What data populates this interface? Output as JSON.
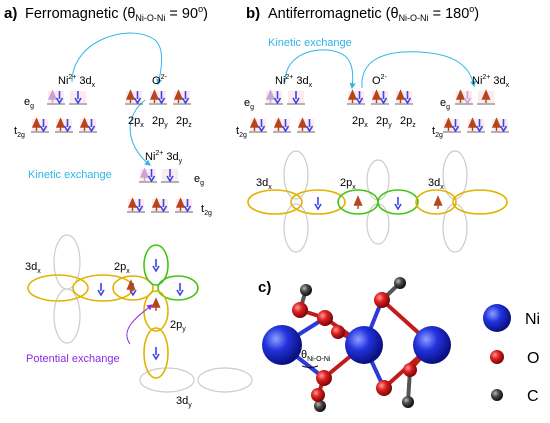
{
  "panel_a": {
    "letter": "a)",
    "title_main": "Ferromagnetic (θ",
    "title_sub": "Ni-O-Ni",
    "title_tail": " = 90",
    "title_sup": "o",
    "title_close": ")",
    "ni_top": "Ni",
    "ni_top_sup": "2+",
    "ni_top_orb": " 3d",
    "ni_top_orb_sub": "x",
    "o_label": "O",
    "o_sup": "2-",
    "ni_bottom": "Ni",
    "ni_bottom_sup": "2+",
    "ni_bottom_orb": " 3d",
    "ni_bottom_orb_sub": "y",
    "eg": "e",
    "eg_sub": "g",
    "t2g": "t",
    "t2g_sub": "2g",
    "p_labels": [
      {
        "main": "2p",
        "sub": "x"
      },
      {
        "main": "2p",
        "sub": "y"
      },
      {
        "main": "2p",
        "sub": "z"
      }
    ],
    "kinetic": "Kinetic exchange",
    "potential": "Potential exchange",
    "orb_3dx": "3d",
    "orb_3dx_sub": "x",
    "orb_2px": "2p",
    "orb_2px_sub": "x",
    "orb_2py": "2p",
    "orb_2py_sub": "y",
    "orb_3dy": "3d",
    "orb_3dy_sub": "y"
  },
  "panel_b": {
    "letter": "b)",
    "title_main": "Antiferromagnetic (θ",
    "title_sub": "Ni-O-Ni",
    "title_tail": " = 180",
    "title_sup": "o",
    "title_close": ")",
    "kinetic": "Kinetic exchange",
    "ni_left": "Ni",
    "ni_left_sup": "2+",
    "ni_left_orb": " 3d",
    "ni_left_orb_sub": "x",
    "o_label": "O",
    "o_sup": "2-",
    "ni_right": "Ni",
    "ni_right_sup": "2+",
    "ni_right_orb": " 3d",
    "ni_right_orb_sub": "x",
    "eg": "e",
    "eg_sub": "g",
    "t2g": "t",
    "t2g_sub": "2g",
    "p_labels": [
      {
        "main": "2p",
        "sub": "x"
      },
      {
        "main": "2p",
        "sub": "y"
      },
      {
        "main": "2p",
        "sub": "z"
      }
    ],
    "orb_left": "3d",
    "orb_left_sub": "x",
    "orb_mid": "2p",
    "orb_mid_sub": "x",
    "orb_right": "3d",
    "orb_right_sub": "x"
  },
  "panel_c": {
    "letter": "c)",
    "angle": "θ",
    "angle_sub": "Ni-O-Ni",
    "legend": [
      {
        "label": "Ni",
        "color": "#2233dd"
      },
      {
        "label": "O",
        "color": "#dd1f1f"
      },
      {
        "label": "C",
        "color": "#444444"
      }
    ]
  },
  "colors": {
    "spin_up": "#b5461c",
    "spin_down": "#3a45e8",
    "spin_faint": "#c9a3d6",
    "orbital_yellow": "#e0b300",
    "orbital_green": "#44c417",
    "orbital_gray": "#cccccc",
    "kinetic": "#2db6e8",
    "potential": "#8a2be2"
  }
}
